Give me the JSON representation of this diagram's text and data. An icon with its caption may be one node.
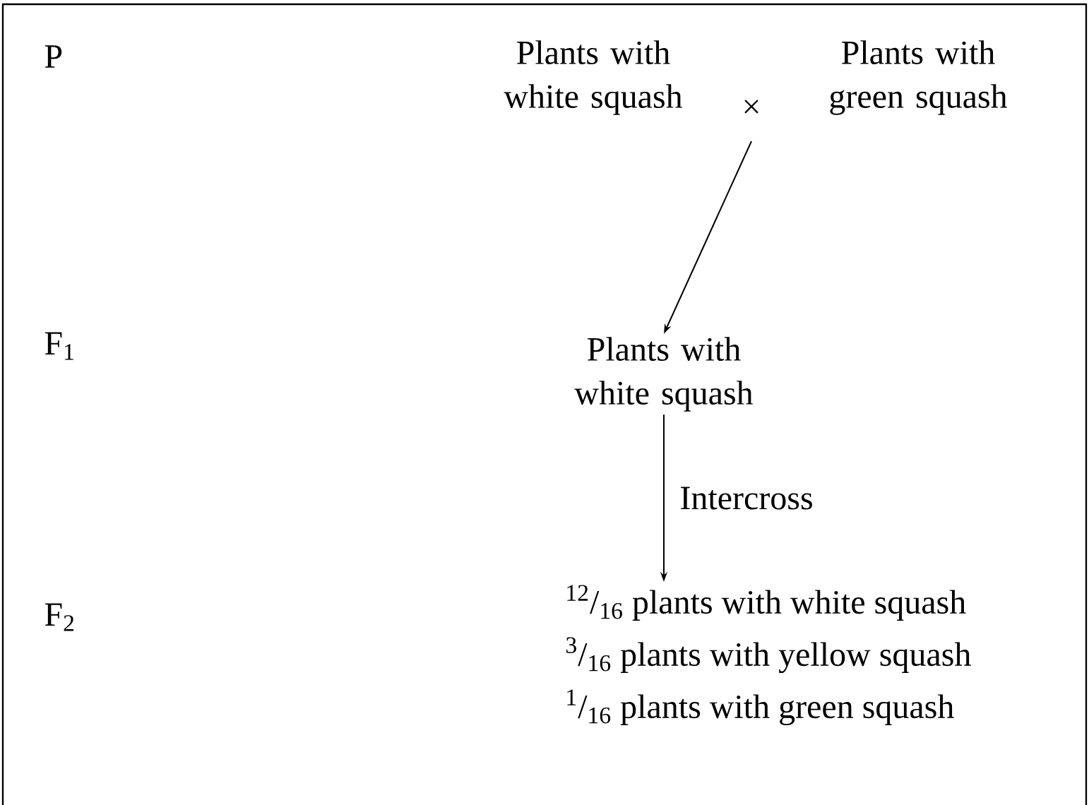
{
  "diagram": {
    "nodes": [
      {
        "text": [
          "Plants with white squash"
        ]
      },
      {
        "text": [
          "Plants with green squash"
        ]
      },
      {
        "text": [
          "Plants with white squash"
        ]
      },
      {
        "text": [
          "$^{12}$/$_{16}$ plants with white squash",
          "$^{3}$/$_{16}$ plants with yellow squash",
          "$^{1}$/$_{16}$ plants with green squash"
        ]
      }
    ],
    "edges": [
      {
        "from": null,
        "to": 2,
        "arrow": "to"
      },
      {
        "from": 2,
        "to": 3,
        "arrow": "to",
        "label": "Intercross"
      }
    ],
    "labels": [
      "P",
      "×",
      "F$_{1}$",
      "F$_{2}$"
    ]
  }
}
